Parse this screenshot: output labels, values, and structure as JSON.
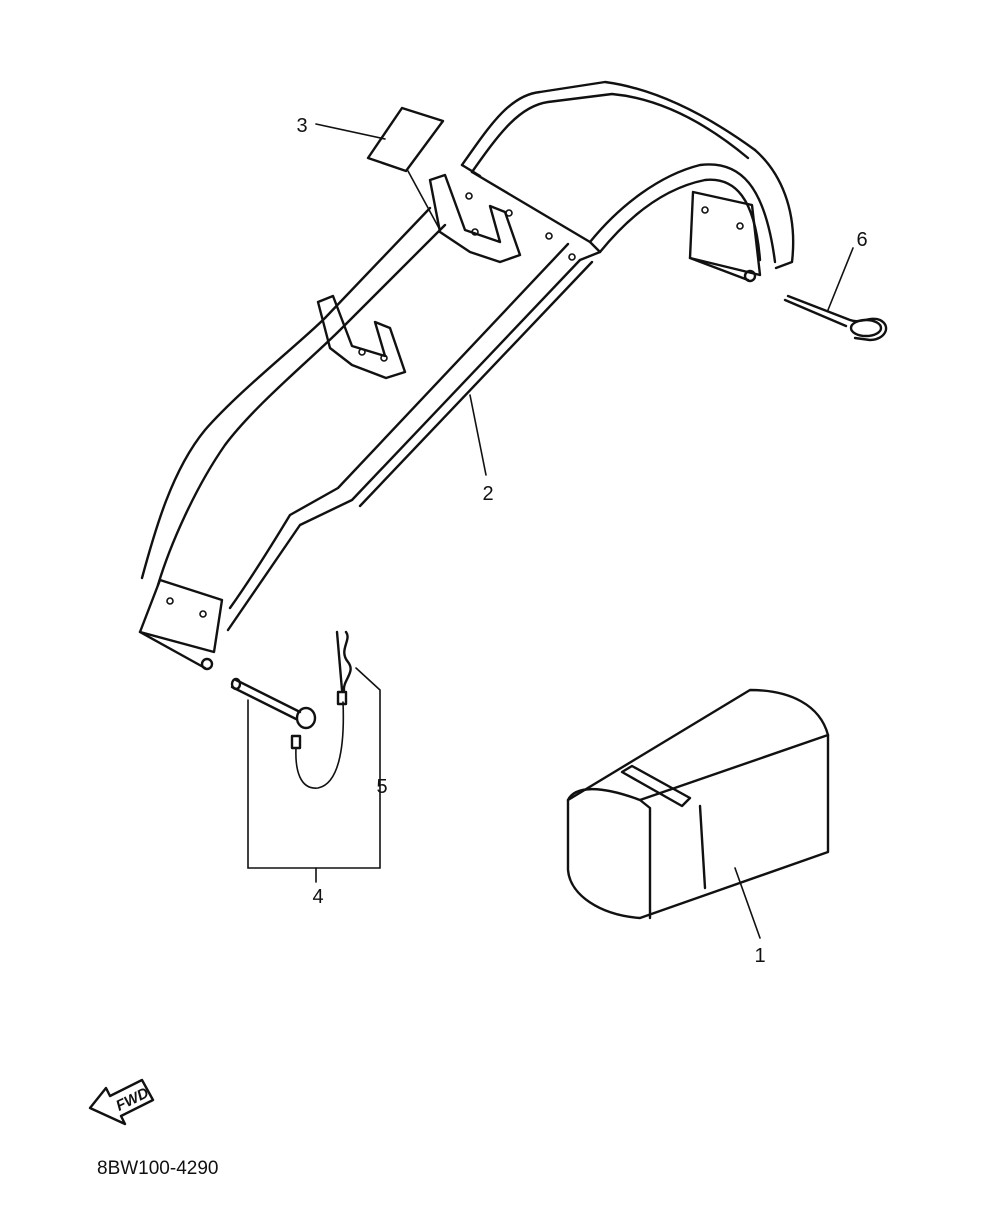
{
  "callouts": {
    "part1": "1",
    "part2": "2",
    "part3": "3",
    "part4": "4",
    "part5": "5",
    "part6": "6"
  },
  "fwd_label": "FWD",
  "diagram_code": "8BW100-4290"
}
